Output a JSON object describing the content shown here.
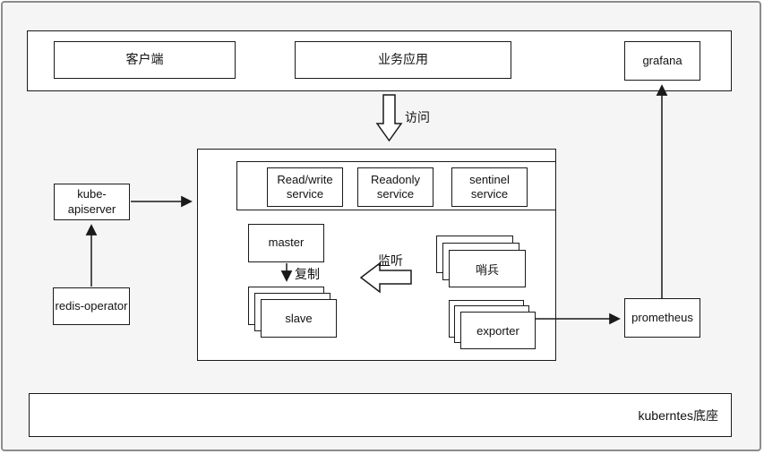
{
  "colors": {
    "background": "#f5f5f6",
    "box_fill": "#ffffff",
    "stroke": "#1a1a1a",
    "outer_border": "#8c8c8c"
  },
  "top_bar": {
    "client": "客户端",
    "business_app": "业务应用",
    "grafana": "grafana"
  },
  "access_arrow_label": "访问",
  "left_column": {
    "kube_apiserver": "kube-\napiserver",
    "redis_operator": "redis-operator"
  },
  "cluster": {
    "services": [
      {
        "label": "Read/write\nservice"
      },
      {
        "label": "Readonly\nservice"
      },
      {
        "label": "sentinel\nservice"
      }
    ],
    "master": "master",
    "replicate_label": "复制",
    "slave": "slave",
    "listen_label": "监听",
    "sentinel": "哨兵",
    "exporter": "exporter"
  },
  "right_column": {
    "prometheus": "prometheus"
  },
  "bottom_bar": {
    "label": "kuberntes底座"
  }
}
